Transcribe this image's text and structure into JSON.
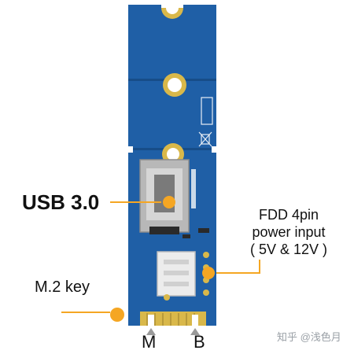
{
  "labels": {
    "usb": "USB 3.0",
    "fdd_line1": "FDD 4pin",
    "fdd_line2": "power input",
    "fdd_line3": "( 5V & 12V )",
    "m2_key": "M.2  key",
    "pin_m": "M",
    "pin_b": "B"
  },
  "watermark": "知乎 @浅色月",
  "colors": {
    "pcb": "#1f5fa6",
    "pcb_dark": "#174d88",
    "accent_orange": "#f5a623",
    "gold": "#d9b84a",
    "connector_white": "#ececec",
    "usb_metal": "#b8b8b8"
  },
  "icons": [
    "weee-bin-icon",
    "rohs-mark-icon",
    "callout-dot-icon",
    "pin-arrow-icon"
  ]
}
